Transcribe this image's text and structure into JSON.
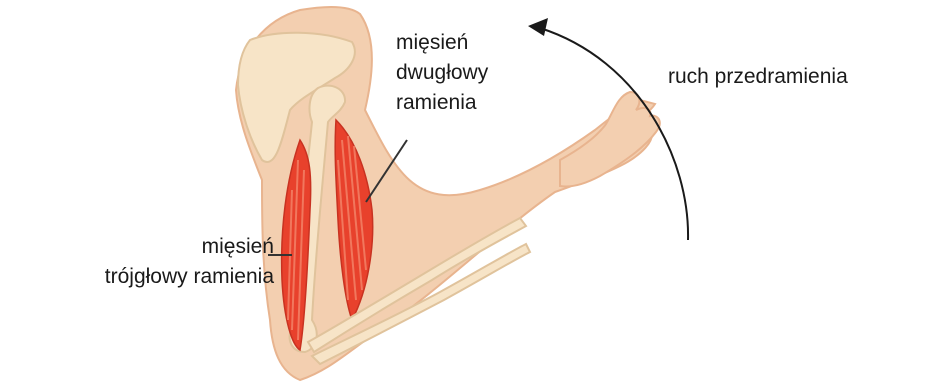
{
  "labels": {
    "biceps": [
      "mięsień",
      "dwugłowy",
      "ramienia"
    ],
    "triceps": [
      "mięsień",
      "trójgłowy ramienia"
    ],
    "motion": "ruch przedramienia"
  },
  "colors": {
    "skin": "#f3cfb0",
    "skin_shadow": "#e8b48f",
    "bone": "#f7e4c7",
    "bone_edge": "#e0c39c",
    "muscle": "#e8412c",
    "muscle_light": "#f2846a",
    "text": "#1a1a1a"
  }
}
